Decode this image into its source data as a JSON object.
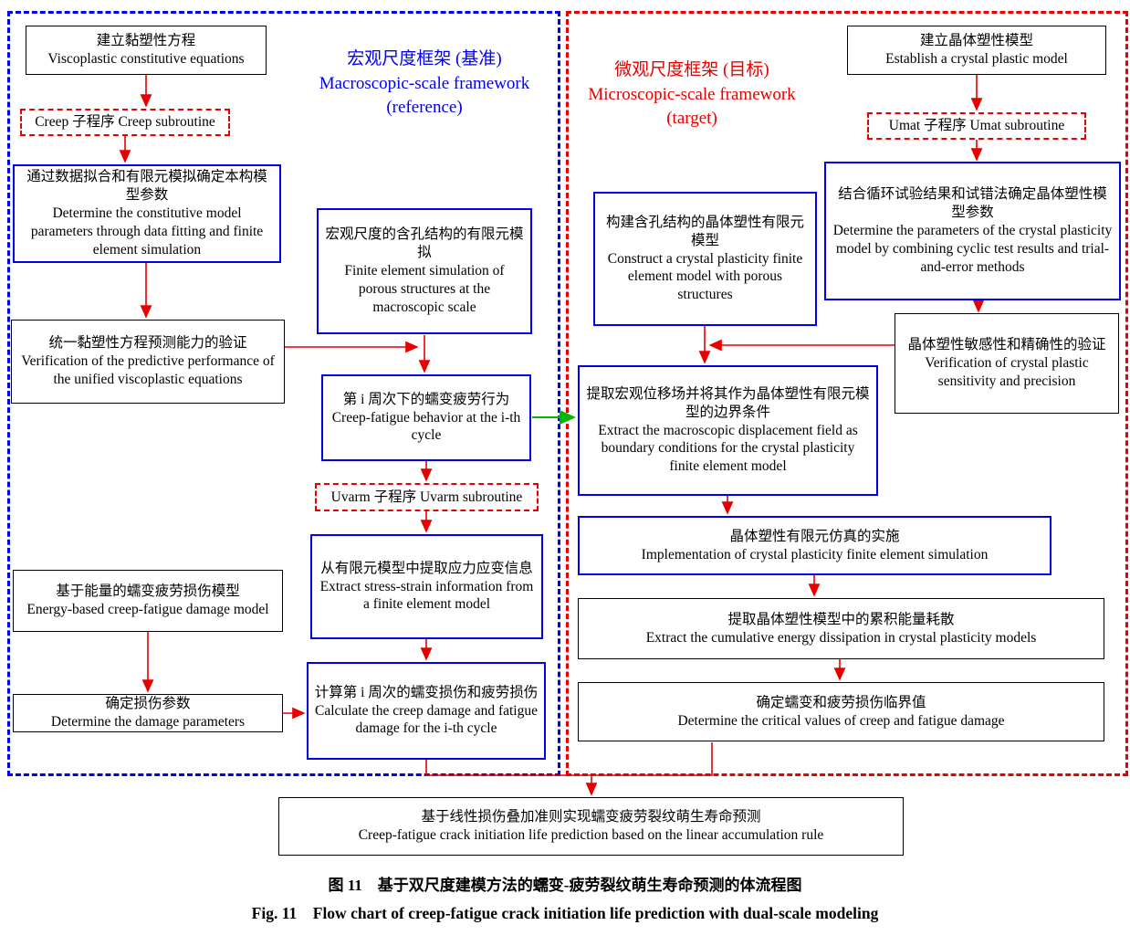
{
  "figure": {
    "caption_zh": "图 11　基于双尺度建模方法的蠕变-疲劳裂纹萌生寿命预测的体流程图",
    "caption_en": "Fig. 11　Flow chart of creep-fatigue crack initiation life prediction with dual-scale modeling"
  },
  "frames": {
    "macro": {
      "title_zh": "宏观尺度框架 (基准)",
      "title_en": "Macroscopic-scale framework (reference)"
    },
    "micro": {
      "title_zh": "微观尺度框架 (目标)",
      "title_en": "Microscopic-scale framework (target)"
    }
  },
  "colors": {
    "macro_frame": "#0000ee",
    "micro_frame": "#e80000",
    "highlight_box": "#0000ee",
    "arrow": "#e80000",
    "cross_link_arrow": "#00b800",
    "plain_box": "#000000"
  },
  "nodes": {
    "viscoplastic": {
      "zh": "建立黏塑性方程",
      "en": "Viscoplastic constitutive equations"
    },
    "creep_sub": {
      "label": "Creep 子程序 Creep subroutine"
    },
    "fit_params": {
      "zh": "通过数据拟合和有限元模拟确定本构模型参数",
      "en": "Determine the constitutive model parameters through data fitting and finite element simulation"
    },
    "verify_visco": {
      "zh": "统一黏塑性方程预测能力的验证",
      "en": "Verification of the predictive performance of the unified viscoplastic equations"
    },
    "energy_damage": {
      "zh": "基于能量的蠕变疲劳损伤模型",
      "en": "Energy-based creep-fatigue damage model"
    },
    "damage_params": {
      "zh": "确定损伤参数",
      "en": "Determine the damage parameters"
    },
    "macro_fem": {
      "zh": "宏观尺度的含孔结构的有限元模拟",
      "en": "Finite element simulation of porous structures at the macroscopic scale"
    },
    "cycle_behavior": {
      "zh": "第 i 周次下的蠕变疲劳行为",
      "en": "Creep-fatigue behavior at the i-th cycle"
    },
    "uvarm_sub": {
      "label": "Uvarm 子程序 Uvarm subroutine"
    },
    "extract_stress": {
      "zh": "从有限元模型中提取应力应变信息",
      "en": "Extract stress-strain information from a finite element model"
    },
    "calc_damage": {
      "zh": "计算第 i 周次的蠕变损伤和疲劳损伤",
      "en": "Calculate the creep damage and fatigue damage for the i-th cycle"
    },
    "crystal_model": {
      "zh": "建立晶体塑性模型",
      "en": "Establish a crystal plastic model"
    },
    "umat_sub": {
      "label": "Umat 子程序 Umat subroutine"
    },
    "crystal_params": {
      "zh": "结合循环试验结果和试错法确定晶体塑性模型参数",
      "en": "Determine the parameters of the crystal plasticity model by combining cyclic test results and trial-and-error methods"
    },
    "crystal_fem": {
      "zh": "构建含孔结构的晶体塑性有限元模型",
      "en": "Construct a crystal plasticity finite element model with porous structures"
    },
    "verify_crystal": {
      "zh": "晶体塑性敏感性和精确性的验证",
      "en": "Verification of crystal plastic sensitivity and precision"
    },
    "boundary_cond": {
      "zh": "提取宏观位移场并将其作为晶体塑性有限元模型的边界条件",
      "en": "Extract the macroscopic displacement field as boundary conditions for the crystal plasticity finite element model"
    },
    "cpfem_impl": {
      "zh": "晶体塑性有限元仿真的实施",
      "en": "Implementation of crystal plasticity finite element simulation"
    },
    "energy_dissipation": {
      "zh": "提取晶体塑性模型中的累积能量耗散",
      "en": "Extract the cumulative energy dissipation in crystal plasticity models"
    },
    "critical_values": {
      "zh": "确定蠕变和疲劳损伤临界值",
      "en": "Determine the critical values of creep and fatigue damage"
    },
    "life_prediction": {
      "zh": "基于线性损伤叠加准则实现蠕变疲劳裂纹萌生寿命预测",
      "en": "Creep-fatigue crack initiation life prediction based on the linear accumulation rule"
    }
  }
}
